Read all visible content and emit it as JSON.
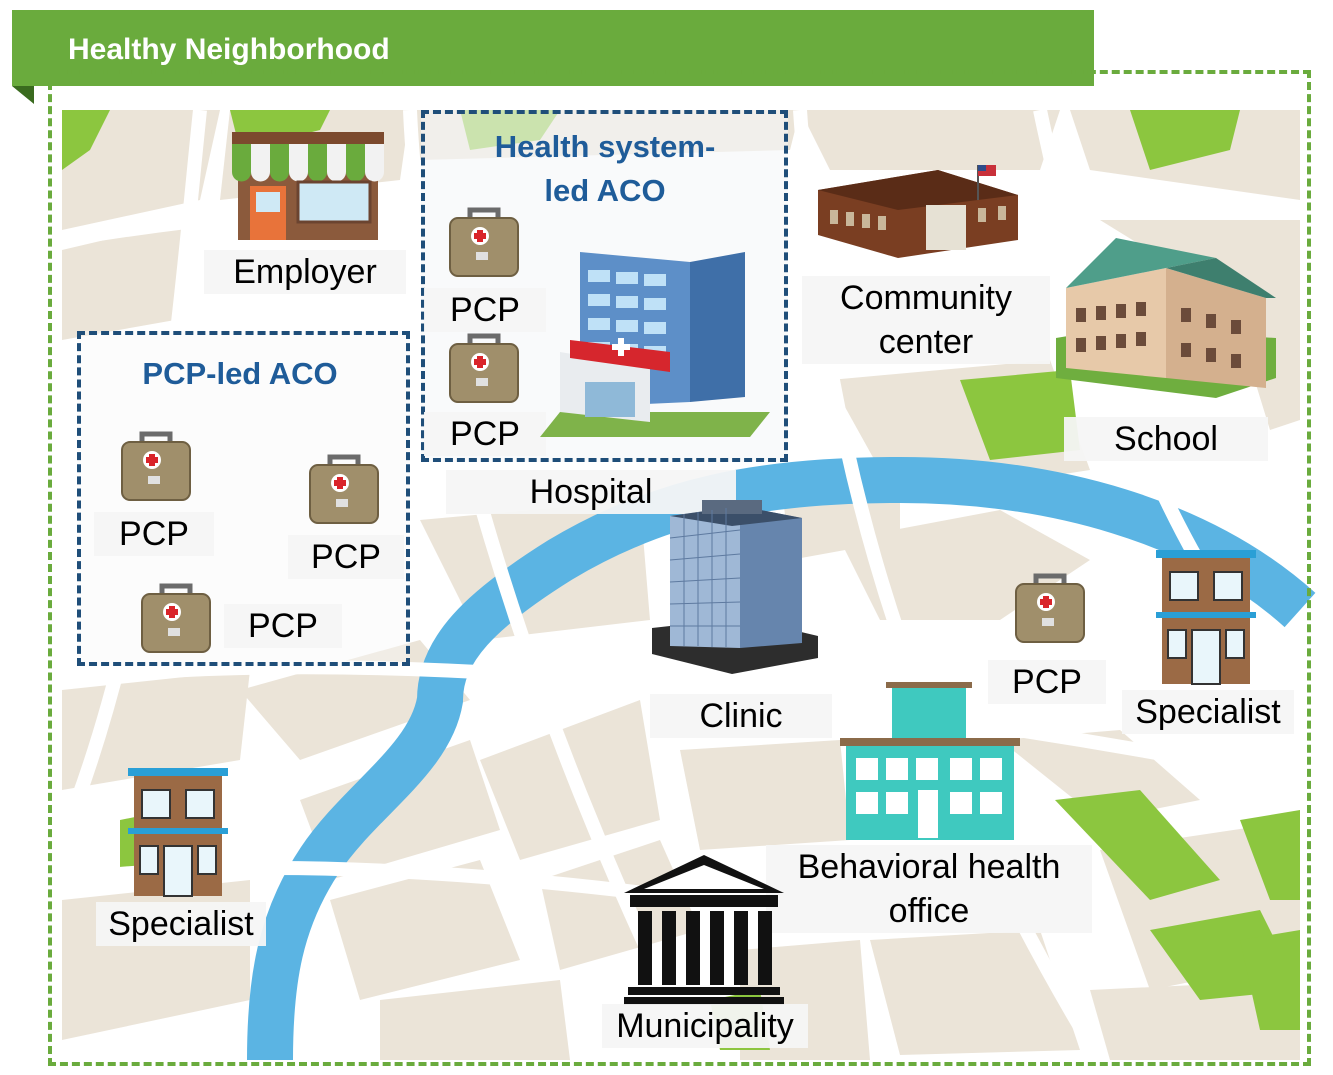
{
  "title": "Healthy Neighborhood",
  "aco_groups": {
    "health_system": "Health system-\nled ACO",
    "pcp_led": "PCP-led ACO"
  },
  "places": {
    "employer": "Employer",
    "pcp": "PCP",
    "hospital": "Hospital",
    "community_center": "Community\ncenter",
    "school": "School",
    "clinic": "Clinic",
    "specialist": "Specialist",
    "behavioral_health": "Behavioral health\noffice",
    "municipality": "Municipality"
  },
  "icons": [
    "store-icon",
    "doctor-bag-icon",
    "hospital-icon",
    "community-center-icon",
    "school-icon",
    "office-tower-icon",
    "specialist-building-icon",
    "behavioral-health-building-icon",
    "municipal-building-icon"
  ],
  "colors": {
    "banner": "#6aab3d",
    "dashed_outer": "#6aab3d",
    "aco_border": "#1f4e79",
    "aco_text": "#1f5c99",
    "river": "#5bb4e3",
    "park": "#8cc63f",
    "block": "#eae3d6"
  }
}
